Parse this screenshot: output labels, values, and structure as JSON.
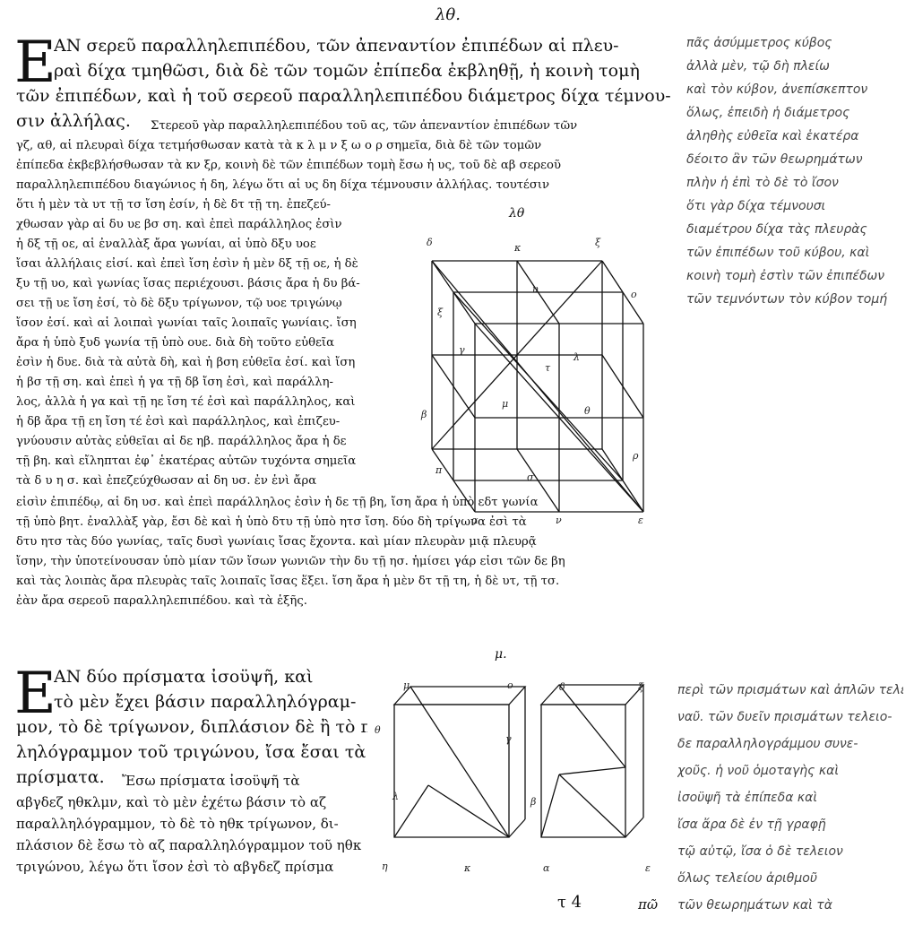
{
  "page_number": "λθ.",
  "prop1": {
    "initial": "E",
    "head": [
      "AN σερεῦ παραλληλεπιπέδου, τῶν ἀπεναντίον ἐπιπέδων αἱ πλευ-",
      "ραὶ δίχα τμηθῶσι, διὰ δὲ τῶν τομῶν ἐπίπεδα ἐκβληθῇ, ἡ κοινὴ τομὴ",
      "τῶν ἐπιπέδων, καὶ ἡ τοῦ σερεοῦ παραλληλεπιπέδου διάμετρος δίχα τέμνου-",
      "σιν ἀλλήλας."
    ],
    "text_first": "Στερεοῦ γὰρ παραλληλεπιπέδου τοῦ ας, τῶν ἀπεναντίον ἐπιπέδων τῶν",
    "text_lines": [
      "γζ, αθ, αἱ πλευραὶ δίχα τετμήσθωσαν κατὰ τὰ κ λ μ ν ξ ω ο ρ σημεῖα, διὰ δὲ τῶν τομῶν",
      "ἐπίπεδα ἐκβεβλήσθωσαν τὰ κν ξρ, κοινὴ δὲ τῶν ἐπιπέδων τομὴ ἔσω ἡ υς, τοῦ δὲ αβ σερεοῦ",
      "παραλληλεπιπέδου διαγώνιος ἡ δη, λέγω ὅτι αἱ υς δη δίχα τέμνουσιν ἀλλήλας. τουτέσιν",
      "ὅτι ἡ μὲν τὰ υτ τῇ τσ ἴση ἐσίν, ἡ δὲ δτ τῇ τη. ἐπεζεύ-"
    ],
    "col_lines": [
      "χθωσαν γὰρ αἱ δυ υε βσ ση. καὶ ἐπεὶ παράλληλος ἐσὶν",
      "ἡ δξ τῇ οε, αἱ ἐναλλὰξ ἄρα γωνίαι, αἱ ὑπὸ δξυ υοε",
      "ἴσαι ἀλλήλαις εἰσί. καὶ ἐπεὶ ἴση ἐσὶν ἡ μὲν δξ τῇ οε, ἡ δὲ",
      "ξυ τῇ υο, καὶ γωνίας ἴσας περιέχουσι. βάσις ἄρα ἡ δυ βά-",
      "σει τῇ υε ἴση ἐσί, τὸ δὲ δξυ τρίγωνον, τῷ υοε τριγώνῳ",
      "ἴσον ἐσί. καὶ αἱ λοιπαὶ γωνίαι ταῖς λοιπαῖς γωνίαις. ἴση",
      "ἄρα ἡ ὑπὸ ξυδ γωνία τῇ ὑπὸ ουε. διὰ δὴ τοῦτο εὐθεῖα",
      "ἐσὶν ἡ δυε. διὰ τὰ αὐτὰ δὴ, καὶ ἡ βση εὐθεῖα ἐσί. καὶ ἴση",
      "ἡ βσ τῇ ση. καὶ ἐπεὶ ἡ γα τῇ δβ ἴση ἐσὶ, καὶ παράλλη-",
      "λος, ἀλλὰ ἡ γα καὶ τῇ ηε ἴση τέ ἐσὶ καὶ παράλληλος, καὶ",
      "ἡ δβ ἄρα τῇ εη ἴση τέ ἐσὶ καὶ παράλληλος, καὶ ἐπιζευ-",
      "γνύουσιν αὐτὰς εὐθεῖαι αἱ δε ηβ. παράλληλος ἄρα ἡ δε",
      "τῇ βη. καὶ εἴληπται ἐφ᾽ ἑκατέρας αὐτῶν τυχόντα σημεῖα",
      "τὰ δ υ η σ. καὶ ἐπεζεύχθωσαν αἱ δη υσ. ἐν ἑνὶ ἄρα"
    ],
    "full_lines": [
      "εἰσὶν ἐπιπέδῳ, αἱ δη υσ. καὶ ἐπεὶ παράλληλος ἐσὶν ἡ δε τῇ βη, ἴση ἄρα ἡ ὑπὸ εδτ γωνία",
      "τῇ ὑπὸ βητ. ἐναλλὰξ γὰρ, ἔσι δὲ καὶ ἡ ὑπὸ δτυ τῇ ὑπὸ ητσ ἴση. δύο δὴ τρίγωνα ἐσὶ τὰ",
      "δτυ ητσ τὰς δύο γωνίας, ταῖς δυσὶ γωνίαις ἴσας ἔχοντα. καὶ μίαν πλευρὰν μιᾷ πλευρᾷ",
      "ἴσην, τὴν ὑποτείνουσαν ὑπὸ μίαν τῶν ἴσων γωνιῶν τὴν δυ τῇ ησ. ἡμίσει γάρ εἰσι τῶν δε βη",
      "καὶ τὰς λοιπὰς ἄρα πλευρὰς ταῖς λοιπαῖς ἴσας ἕξει. ἴση ἄρα ἡ μὲν δτ τῇ τη, ἡ δὲ υτ, τῇ τσ.",
      "ἐὰν ἄρα σερεοῦ παραλληλεπιπέδου. καὶ τὰ ἑξῆς."
    ]
  },
  "fig1": {
    "title": "λθ",
    "labels": {
      "d": "δ",
      "k": "κ",
      "xi": "ξ",
      "u": "υ",
      "o": "ο",
      "g": "γ",
      "t": "τ",
      "l": "λ",
      "m": "μ",
      "th": "θ",
      "b": "β",
      "r": "ρ",
      "p": "π",
      "s": "σ",
      "a": "α",
      "n": "ν",
      "e": "ε",
      "x": "ξ"
    }
  },
  "prop2": {
    "initial": "E",
    "head": [
      "AN δύο πρίσματα ἰσοϋψῆ, καὶ",
      "τὸ μὲν ἔχει βάσιν παραλληλόγραμ-",
      "μον, τὸ δὲ τρίγωνον, διπλάσιον δὲ ἢ τὸ παραλ-",
      "ληλόγραμμον τοῦ τριγώνου, ἴσα ἔσαι τὰ",
      "πρίσματα."
    ],
    "text_first": "Ἔσω πρίσματα ἰσοϋψῆ τὰ",
    "text_lines": [
      "αβγδεζ ηθκλμν, καὶ τὸ μὲν ἐχέτω βάσιν τὸ αζ",
      "παραλληλόγραμμον, τὸ δὲ τὸ ηθκ τρίγωνον, δι-",
      "πλάσιον δὲ ἔσω τὸ αζ παραλληλόγραμμον τοῦ ηθκ",
      "τριγώνου, λέγω ὅτι ἴσον ἐσὶ τὸ αβγδεζ πρίσμα"
    ]
  },
  "fig2": {
    "title": "μ.",
    "labels": {
      "m": "μ",
      "o": "ο",
      "th": "θ",
      "g": "γ",
      "l": "λ",
      "b": "β",
      "n": "η",
      "k": "κ",
      "d": "δ",
      "x": "ξ",
      "e": "ε",
      "a": "α"
    }
  },
  "footer": {
    "signature": "τ 4",
    "catchword": "πῶ"
  },
  "marginalia_top": [
    "πᾶς ἀσύμμετρος κύβος",
    "ἀλλὰ μὲν, τῷ δὴ πλείω",
    "καὶ τὸν κύβον, ἀνεπίσκεπτον",
    "ὅλως, ἐπειδὴ ἡ διάμετρος",
    "ἀληθὴς εὐθεῖα καὶ ἑκατέρα",
    "δέοιτο ἂν τῶν θεωρημάτων",
    "πλὴν ἡ ἐπὶ τὸ δὲ τὸ ἴσον",
    "ὅτι γὰρ δίχα τέμνουσι",
    "διαμέτρου δίχα τὰς πλευρὰς",
    "τῶν ἐπιπέδων τοῦ κύβου, καὶ",
    "κοινὴ τομὴ ἐστὶν τῶν ἐπιπέδων",
    "τῶν τεμνόντων τὸν κύβον τομή"
  ],
  "marginalia_bottom": [
    "περὶ τῶν πρισμάτων καὶ ἀπλῶν τελείων",
    "ναῦ. τῶν δυεῖν πρισμάτων τελειο-",
    "δε παραλληλογράμμου συνε-",
    "χοῦς. ἡ νοῦ ὁμοταγὴς καὶ",
    "ἰσοϋψῆ τὰ ἐπίπεδα καὶ",
    "ἴσα ἄρα δὲ ἐν τῇ γραφῇ",
    "τῷ αὐτῷ, ἴσα ὁ δὲ τελειον",
    "ὅλως τελείου ἀριθμοῦ",
    "τῶν θεωρημάτων καὶ τὰ"
  ]
}
